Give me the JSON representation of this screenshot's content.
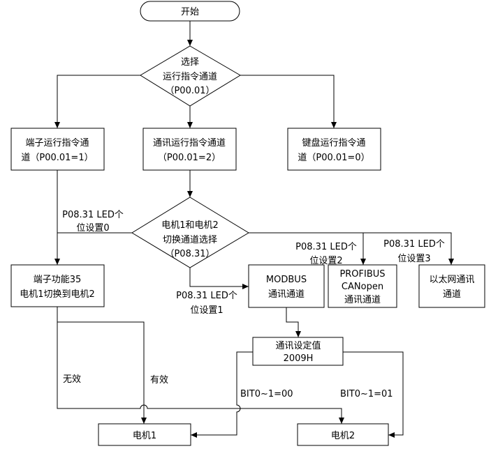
{
  "diagram": {
    "type": "flowchart",
    "nodes": {
      "start": {
        "lines": [
          "开始"
        ]
      },
      "select_channel": {
        "lines": [
          "选择",
          "运行指令通道",
          "（P00.01）"
        ]
      },
      "terminal_channel": {
        "lines": [
          "端子运行指令通",
          "道（P00.01=1）"
        ]
      },
      "comm_channel": {
        "lines": [
          "通讯运行指令通道",
          "（P00.01=2）"
        ]
      },
      "keypad_channel": {
        "lines": [
          "键盘运行指令通",
          "道（P00.01=0）"
        ]
      },
      "switch_channel": {
        "lines": [
          "电机1和电机2",
          "切换通道选择",
          "（P08.31）"
        ]
      },
      "terminal_func": {
        "lines": [
          "端子功能35",
          "电机1切换到电机2"
        ]
      },
      "modbus": {
        "lines": [
          "MODBUS",
          "通讯通道"
        ]
      },
      "profibus": {
        "lines": [
          "PROFIBUS",
          "CANopen",
          "通讯通道"
        ]
      },
      "ethernet": {
        "lines": [
          "以太网通讯",
          "通道"
        ]
      },
      "comm_setting": {
        "lines": [
          "通讯设定值",
          "2009H"
        ]
      },
      "motor1": {
        "lines": [
          "电机1"
        ]
      },
      "motor2": {
        "lines": [
          "电机2"
        ]
      }
    },
    "edge_labels": {
      "led_digit0": [
        "P08.31 LED个",
        "位设置0"
      ],
      "led_digit1": [
        "P08.31 LED个",
        "位设置1"
      ],
      "led_digit2": [
        "P08.31 LED个",
        "位设置2"
      ],
      "led_digit3": [
        "P08.31 LED个",
        "位设置3"
      ],
      "invalid": [
        "无效"
      ],
      "valid": [
        "有效"
      ],
      "bit00": [
        "BIT0~1=00"
      ],
      "bit01": [
        "BIT0~1=01"
      ]
    }
  }
}
